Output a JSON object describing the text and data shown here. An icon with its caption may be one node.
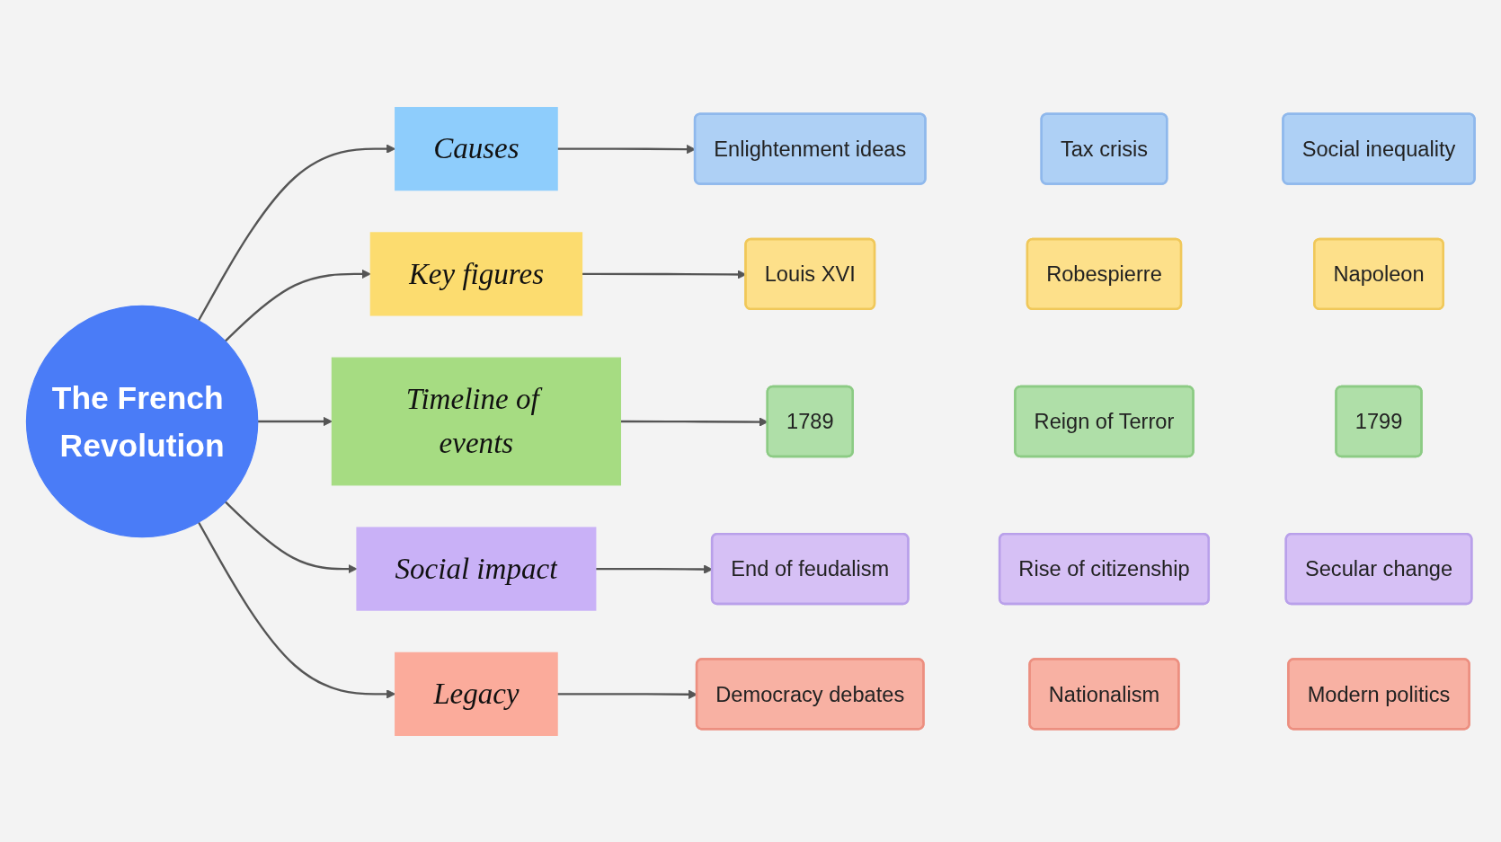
{
  "diagram": {
    "nodes": [
      {
        "text": [
          "The French Revolution"
        ]
      },
      {
        "text": [
          "Causes"
        ]
      },
      {
        "text": [
          "Enlightenment ideas"
        ]
      },
      {
        "text": [
          "Tax crisis"
        ]
      },
      {
        "text": [
          "Social inequality"
        ]
      },
      {
        "text": [
          "Key figures"
        ]
      },
      {
        "text": [
          "Louis XVI"
        ]
      },
      {
        "text": [
          "Robespierre"
        ]
      },
      {
        "text": [
          "Napoleon"
        ]
      },
      {
        "text": [
          "Timeline of events"
        ]
      },
      {
        "text": [
          "1789"
        ]
      },
      {
        "text": [
          "Reign of Terror"
        ]
      },
      {
        "text": [
          "1799"
        ]
      },
      {
        "text": [
          "Social impact"
        ]
      },
      {
        "text": [
          "End of feudalism"
        ]
      },
      {
        "text": [
          "Rise of citizenship"
        ]
      },
      {
        "text": [
          "Secular change"
        ]
      },
      {
        "text": [
          "Legacy"
        ]
      },
      {
        "text": [
          "Democracy debates"
        ]
      },
      {
        "text": [
          "Nationalism"
        ]
      },
      {
        "text": [
          "Modern politics"
        ]
      }
    ],
    "edges": [
      {
        "from": 0,
        "to": 1,
        "arrow": "to"
      },
      {
        "from": 0,
        "to": 5,
        "arrow": "to"
      },
      {
        "from": 0,
        "to": 9,
        "arrow": "to"
      },
      {
        "from": 0,
        "to": 13,
        "arrow": "to"
      },
      {
        "from": 0,
        "to": 17,
        "arrow": "to"
      },
      {
        "from": 1,
        "to": 2,
        "arrow": "to"
      },
      {
        "from": 5,
        "to": 6,
        "arrow": "to"
      },
      {
        "from": 9,
        "to": 10,
        "arrow": "to"
      },
      {
        "from": 13,
        "to": 14,
        "arrow": "to"
      },
      {
        "from": 17,
        "to": 18,
        "arrow": "to"
      }
    ]
  }
}
